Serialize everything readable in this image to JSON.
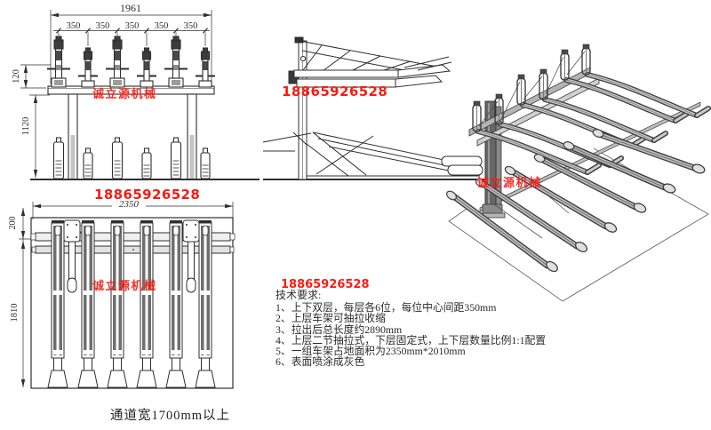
{
  "branding": {
    "watermark": "诚立源机械",
    "phone": "18865926528",
    "red_color": "#f51d15"
  },
  "front_view": {
    "dim_total_width": "1961",
    "dim_center_spacing": "350",
    "dim_upper_offset": "120",
    "dim_column_height": "1120"
  },
  "plan_view": {
    "dim_overall_width": "2350",
    "dim_rail_offset": "200",
    "dim_depth": "1810",
    "caption": "通道宽1700mm以上"
  },
  "tech_notes": {
    "title": "技术要求:",
    "items": [
      "1、上下双层，每层各6位，每位中心间距350mm",
      "2、上层车架可抽拉收缩",
      "3、拉出后总长度约2890mm",
      "4、上层二节抽拉式，下层固定式，上下层数量比例1:1配置",
      "5、一组车架占地面积为2350mm*2010mm",
      "6、表面喷涂成灰色"
    ]
  }
}
